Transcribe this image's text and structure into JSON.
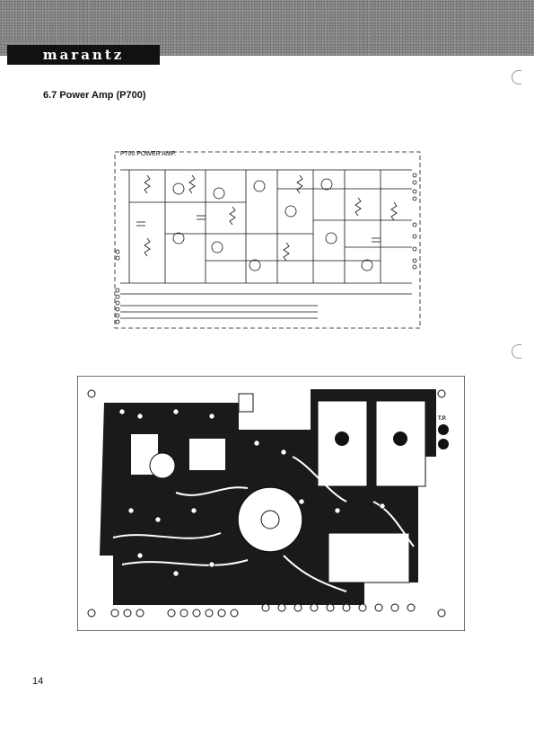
{
  "header": {
    "brand": "marantz"
  },
  "section": {
    "title": "6.7 Power Amp (P700)"
  },
  "schematic": {
    "label": "P700  POWER AMP."
  },
  "pcb": {
    "tp_label": "T.P."
  },
  "footer": {
    "page_number": "14"
  },
  "colors": {
    "ink": "#111111",
    "board": "#1a1a1a",
    "header_band": "#8a8a8a"
  }
}
